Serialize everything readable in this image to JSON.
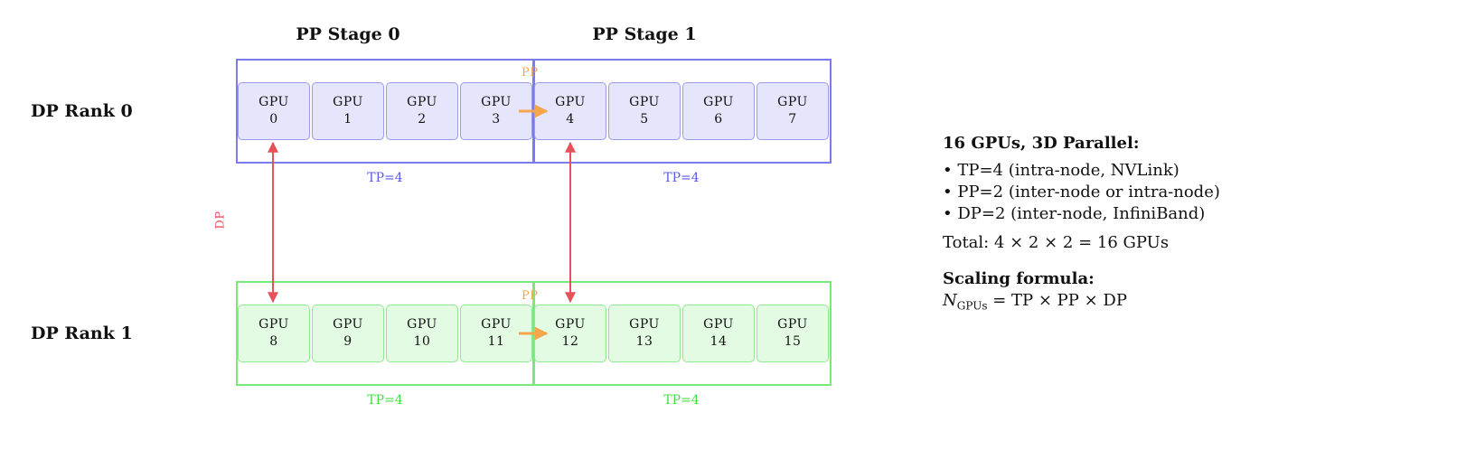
{
  "stages": [
    {
      "label": "PP Stage 0"
    },
    {
      "label": "PP Stage 1"
    }
  ],
  "ranks": [
    {
      "label": "DP Rank 0",
      "color": "#7b7bee",
      "tp_color": "#5b5be8",
      "gpus": [
        "0",
        "1",
        "2",
        "3",
        "4",
        "5",
        "6",
        "7"
      ]
    },
    {
      "label": "DP Rank 1",
      "color": "#7be87b",
      "tp_color": "#44dd44",
      "gpus": [
        "8",
        "9",
        "10",
        "11",
        "12",
        "13",
        "14",
        "15"
      ]
    }
  ],
  "gpu_prefix": "GPU",
  "tp_label": "TP=4",
  "pp_label": "PP",
  "dp_label": "DP",
  "colors": {
    "pp_arrow": "#f5a54a",
    "dp_arrow": "#e8505a"
  },
  "info": {
    "title": "16 GPUs, 3D Parallel:",
    "bullets": [
      "• TP=4 (intra-node, NVLink)",
      "• PP=2 (inter-node or intra-node)",
      "• DP=2 (inter-node, InfiniBand)"
    ],
    "total": "Total: 4 × 2 × 2 = 16 GPUs",
    "scaling_title": "Scaling formula:",
    "formula_n": "N",
    "formula_sub": "GPUs",
    "formula_rhs": " = TP × PP × DP"
  }
}
